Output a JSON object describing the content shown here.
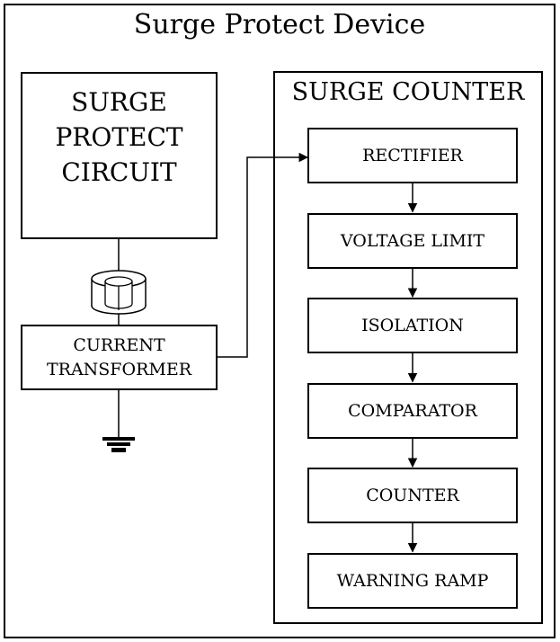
{
  "title": "Surge Protect Device",
  "surge_protect_circuit": {
    "label": "SURGE\nPROTECT\nCIRCUIT"
  },
  "current_transformer": {
    "label": "CURRENT\nTRANSFORMER"
  },
  "surge_counter": {
    "title": "SURGE COUNTER",
    "stages": [
      {
        "label": "RECTIFIER"
      },
      {
        "label": "VOLTAGE LIMIT"
      },
      {
        "label": "ISOLATION"
      },
      {
        "label": "COMPARATOR"
      },
      {
        "label": "COUNTER"
      },
      {
        "label": "WARNING RAMP"
      }
    ]
  }
}
